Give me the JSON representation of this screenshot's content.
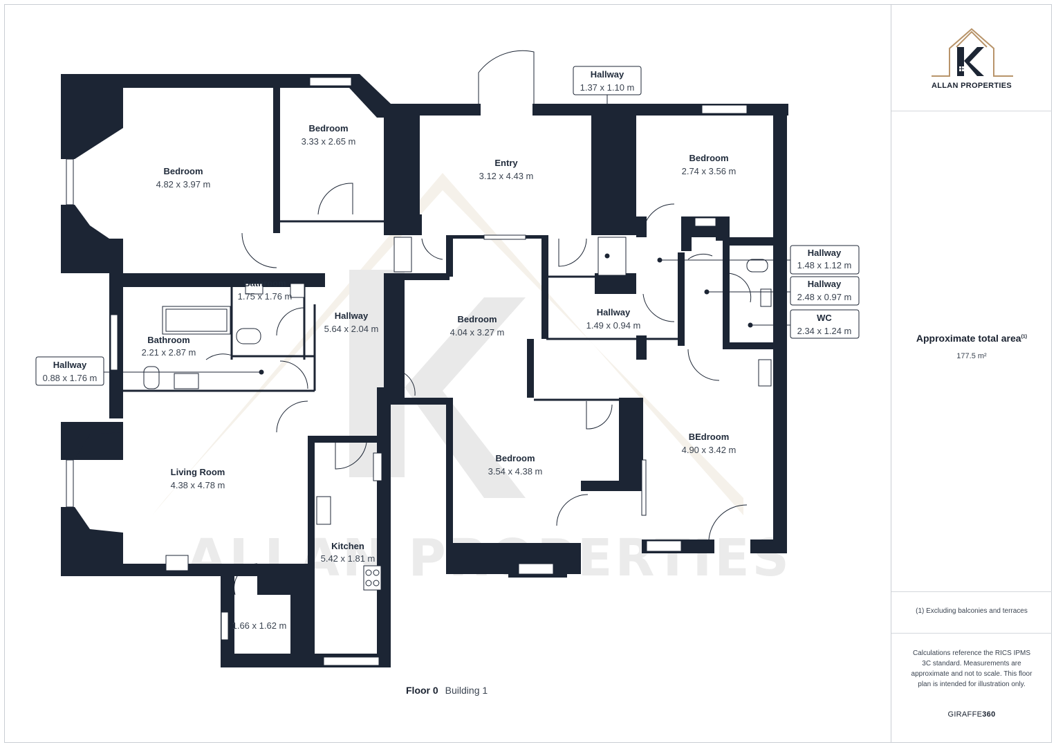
{
  "brand": {
    "logo_text": "ALLAN PROPERTIES",
    "watermark_text": "ALLAN PROPERTIES",
    "accent_color": "#b8946a",
    "wall_color": "#1c2534"
  },
  "summary": {
    "area_label": "Approximate total area",
    "area_footnote_mark": "(1)",
    "area_value": "177.5 m²",
    "footnote": "(1) Excluding balconies and terraces",
    "disclaimer": "Calculations reference the RICS IPMS 3C standard. Measurements are approximate and not to scale. This floor plan is intended for illustration only.",
    "credit_prefix": "GIRAFFE",
    "credit_suffix": "360"
  },
  "floor": {
    "name": "Floor 0",
    "building": "Building 1"
  },
  "rooms": [
    {
      "name": "Bedroom",
      "dims": "4.82 x 3.97 m"
    },
    {
      "name": "Bedroom",
      "dims": "3.33 x 2.65 m"
    },
    {
      "name": "Entry",
      "dims": "3.12 x 4.43 m"
    },
    {
      "name": "Bedroom",
      "dims": "2.74 x 3.56 m"
    },
    {
      "name": "Bathroom",
      "dims": "1.75 x 1.76 m"
    },
    {
      "name": "Hallway",
      "dims": "5.64 x 2.04 m"
    },
    {
      "name": "Bedroom",
      "dims": "4.04 x 3.27 m"
    },
    {
      "name": "Hallway",
      "dims": "1.49 x 0.94 m"
    },
    {
      "name": "Bathroom",
      "dims": "2.21 x 2.87 m"
    },
    {
      "name": "Living Room",
      "dims": "4.38 x 4.78 m"
    },
    {
      "name": "Bedroom",
      "dims": "3.54 x 4.38 m"
    },
    {
      "name": "BEdroom",
      "dims": "4.90 x 3.42 m"
    },
    {
      "name": "Kitchen",
      "dims": "5.42 x 1.81 m"
    },
    {
      "name": "",
      "dims": "1.66 x 1.62 m"
    }
  ],
  "callouts": [
    {
      "name": "Hallway",
      "dims": "1.37 x 1.10 m"
    },
    {
      "name": "Hallway",
      "dims": "1.48 x 1.12 m"
    },
    {
      "name": "Hallway",
      "dims": "2.48 x 0.97 m"
    },
    {
      "name": "WC",
      "dims": "2.34 x 1.24 m"
    },
    {
      "name": "Hallway",
      "dims": "0.88 x 1.76 m"
    }
  ]
}
